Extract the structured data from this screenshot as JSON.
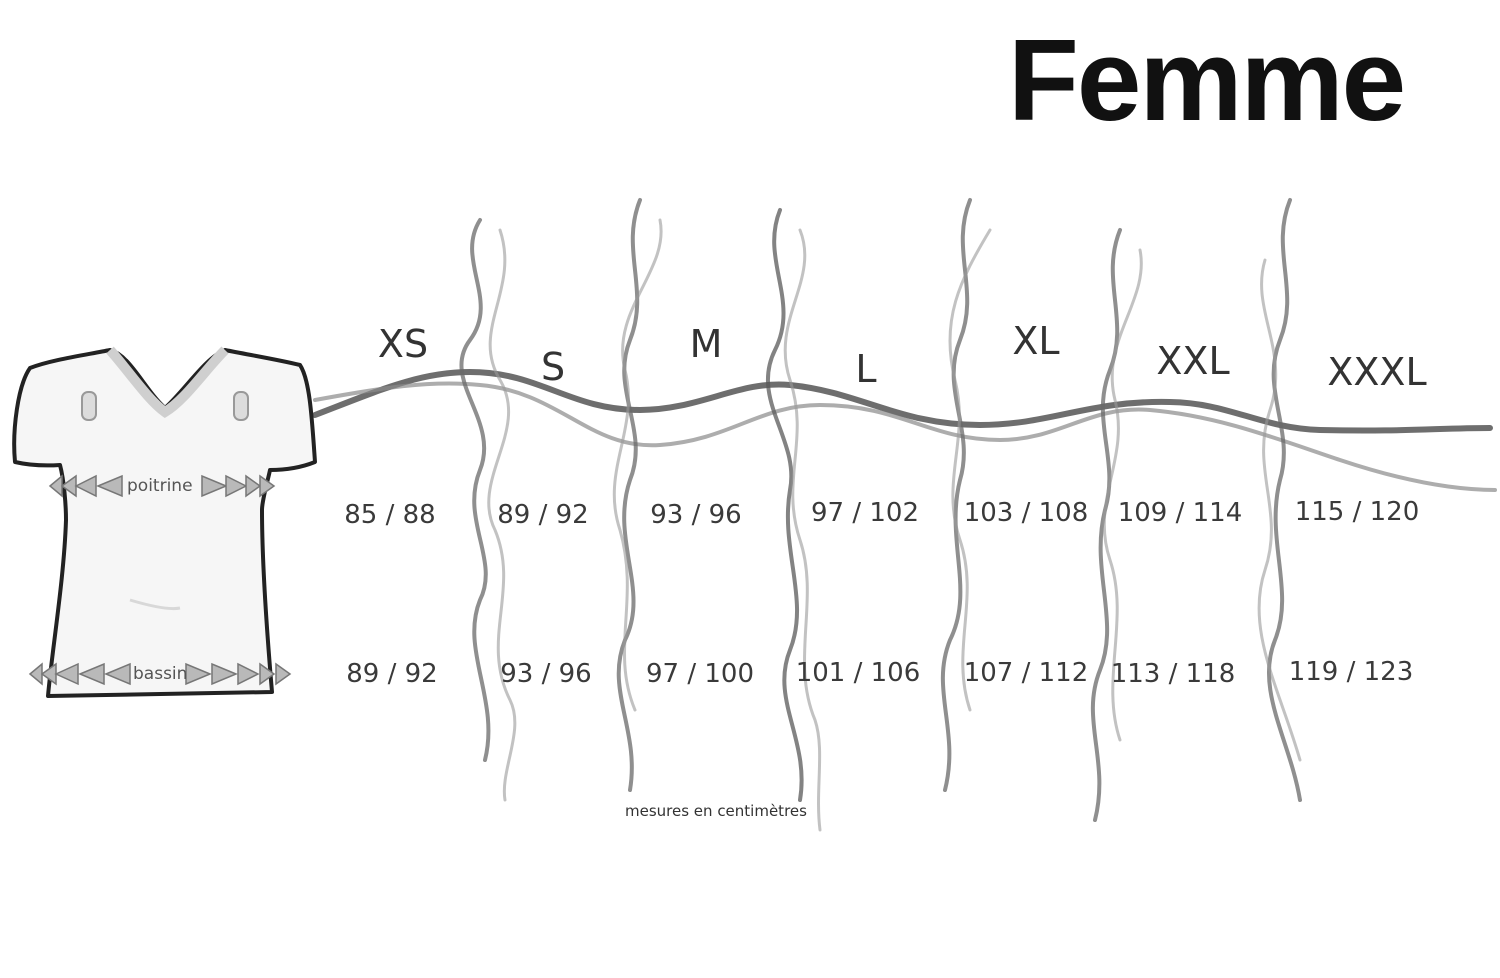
{
  "title": "Femme",
  "shirt": {
    "chest_label": "poitrine",
    "hip_label": "bassin",
    "icon": "v-neck-tshirt-icon"
  },
  "sizes": [
    {
      "label": "XS",
      "chest": "85 / 88",
      "hip": "89 / 92"
    },
    {
      "label": "S",
      "chest": "89 / 92",
      "hip": "93 / 96"
    },
    {
      "label": "M",
      "chest": "93 / 96",
      "hip": "97 / 100"
    },
    {
      "label": "L",
      "chest": "97 / 102",
      "hip": "101 / 106"
    },
    {
      "label": "XL",
      "chest": "103 / 108",
      "hip": "107 / 112"
    },
    {
      "label": "XXL",
      "chest": "109 / 114",
      "hip": "113 / 118"
    },
    {
      "label": "XXXL",
      "chest": "115 / 120",
      "hip": "119 / 123"
    }
  ],
  "footnote": "mesures en centimètres"
}
